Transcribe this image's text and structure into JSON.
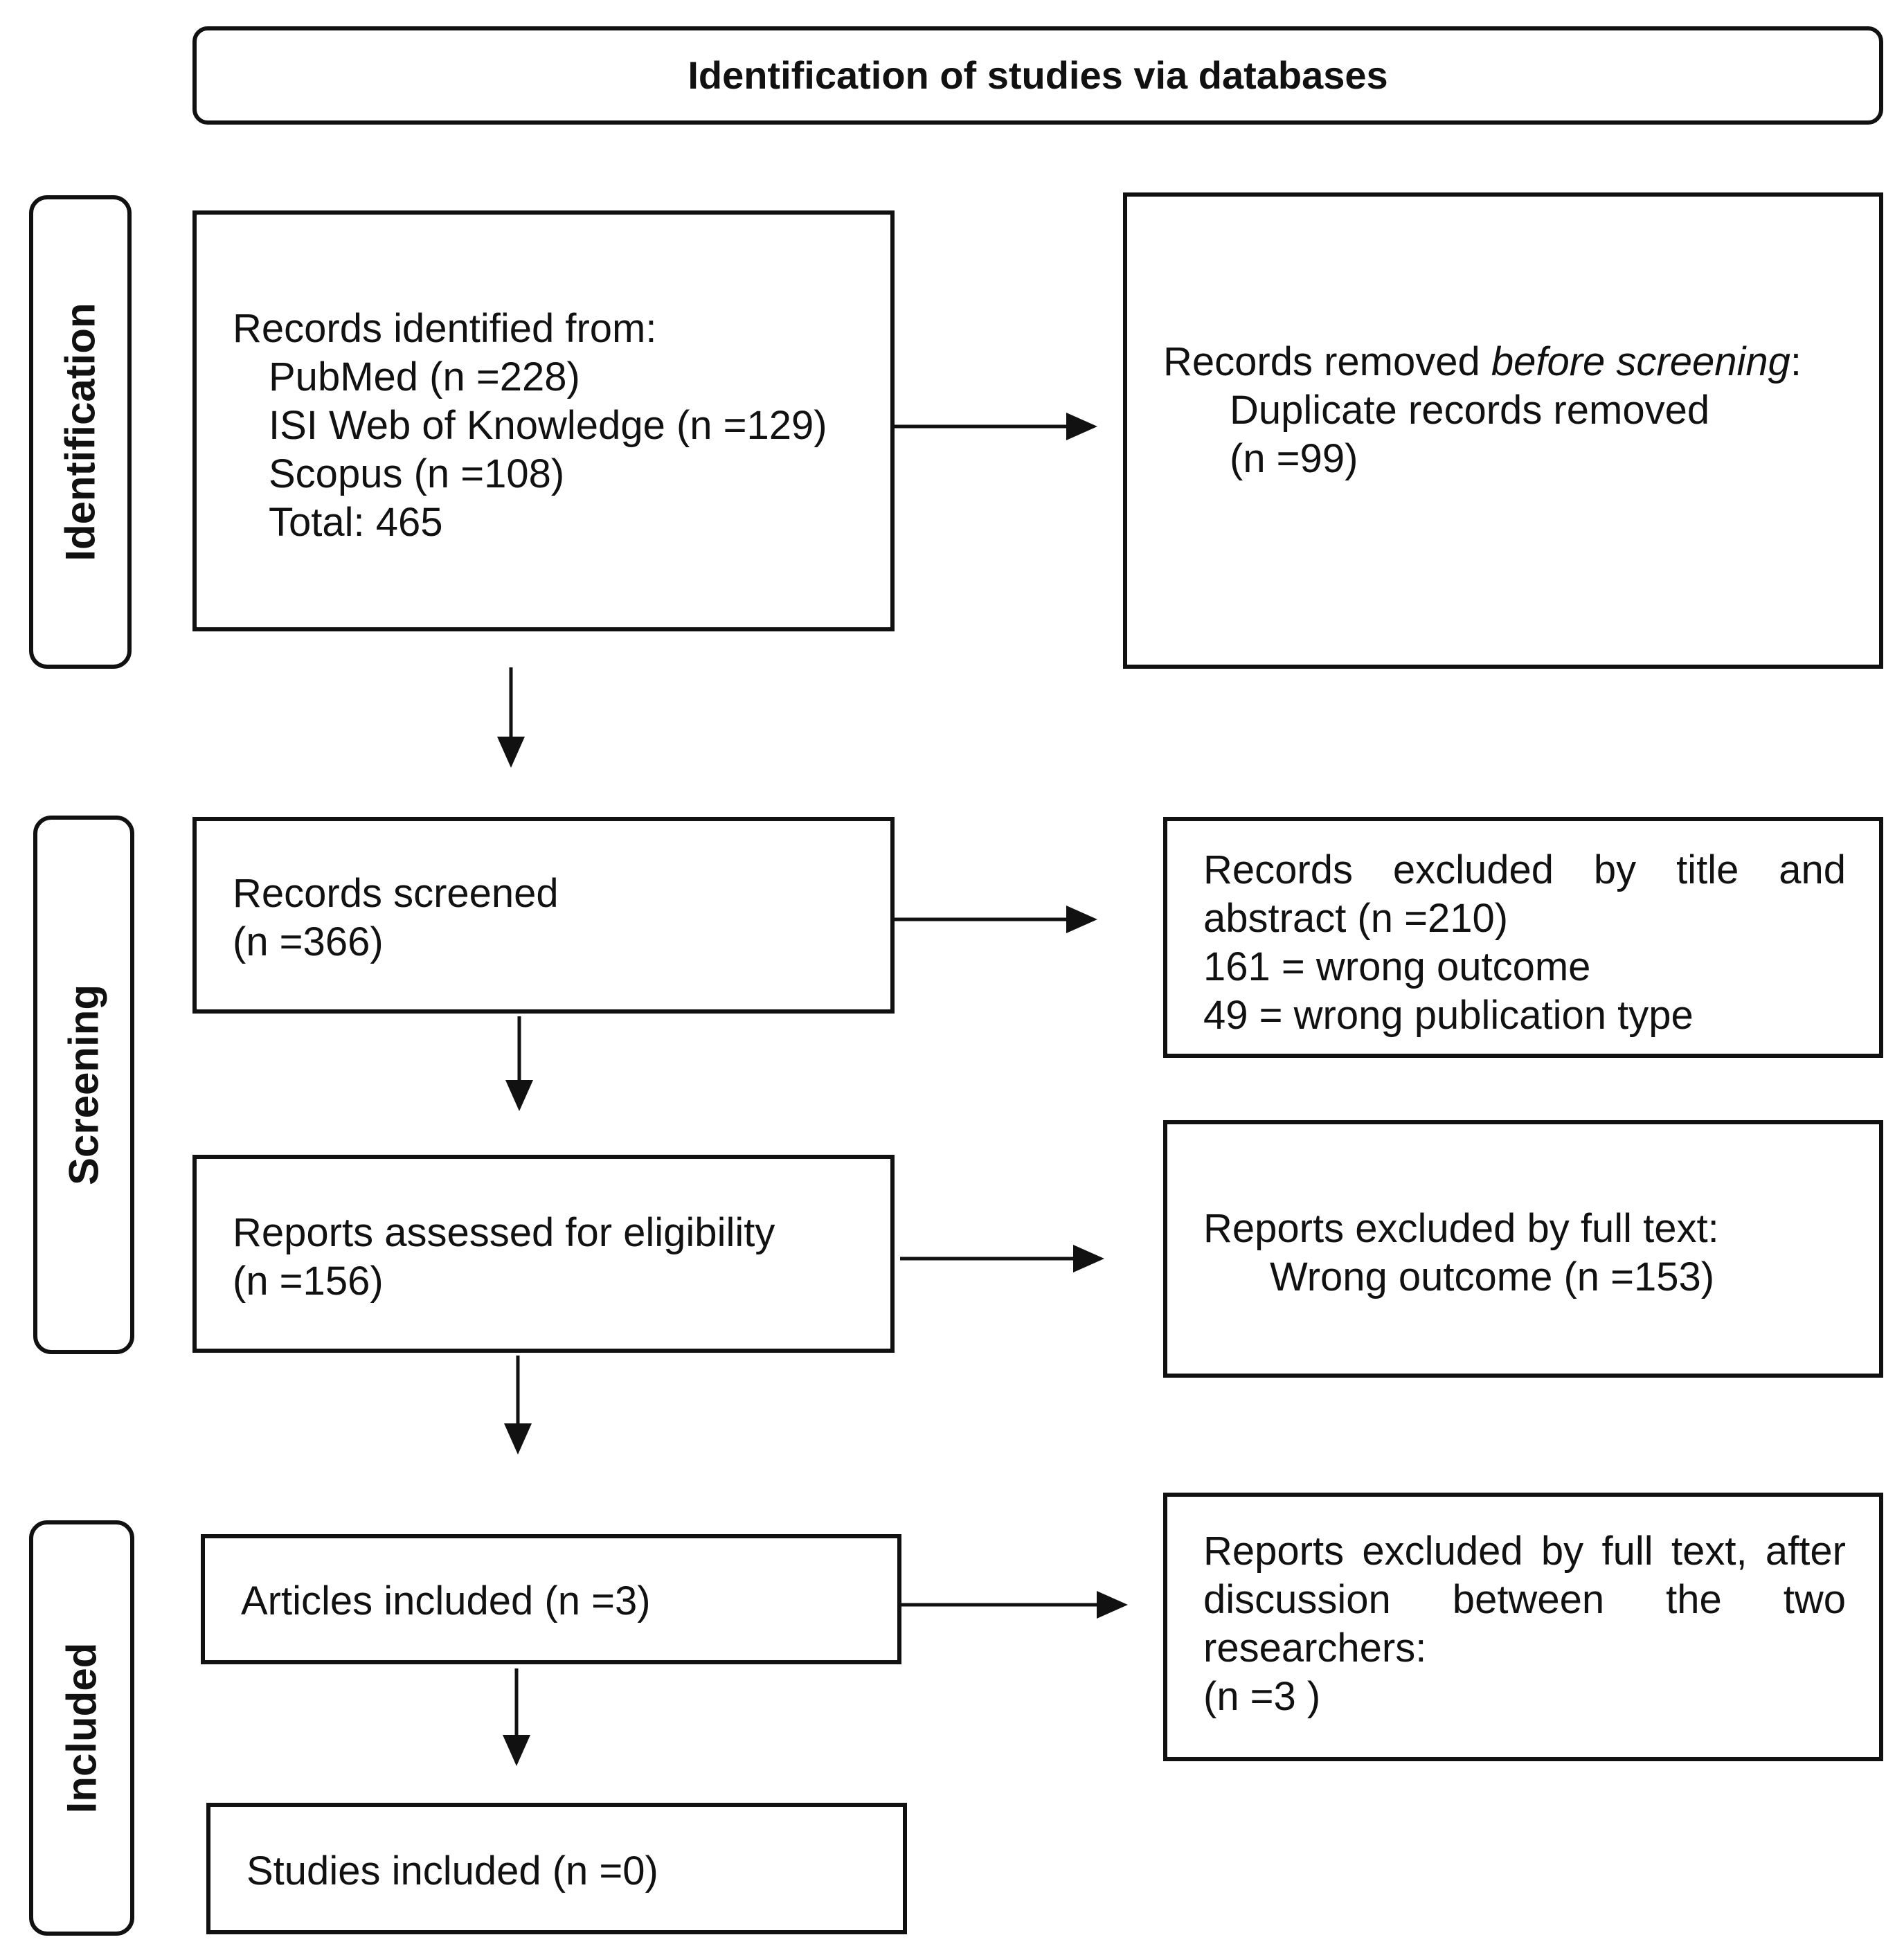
{
  "header": {
    "title": "Identification of studies via databases"
  },
  "stages": {
    "identification": "Identification",
    "screening": "Screening",
    "included": "Included"
  },
  "boxes": {
    "records_identified": {
      "heading": "Records identified from:",
      "lines": [
        "PubMed (n =228)",
        "ISI Web of Knowledge (n =129)",
        "Scopus (n =108)",
        "Total: 465"
      ]
    },
    "records_removed": {
      "heading_prefix": "Records removed ",
      "heading_italic": "before screening",
      "heading_suffix": ":",
      "line1": "Duplicate records removed",
      "line2": "(n =99)"
    },
    "records_screened": {
      "line1": "Records screened",
      "line2": "(n =366)"
    },
    "records_excluded": {
      "line1": "Records excluded by title and abstract (n =210)",
      "line2": "161 =  wrong outcome",
      "line3": "49 = wrong publication type"
    },
    "reports_assessed": {
      "line1": "Reports assessed for eligibility",
      "line2": "(n =156)"
    },
    "reports_excluded_fulltext": {
      "line1": "Reports excluded by full text:",
      "line2": "Wrong outcome (n =153)"
    },
    "articles_included": {
      "line1": "Articles included (n =3)"
    },
    "reports_excluded_discussion": {
      "line1": "Reports excluded by full text, after discussion between the two researchers:",
      "line2": "(n =3 )"
    },
    "studies_included": {
      "line1": "Studies included (n =0)"
    }
  }
}
